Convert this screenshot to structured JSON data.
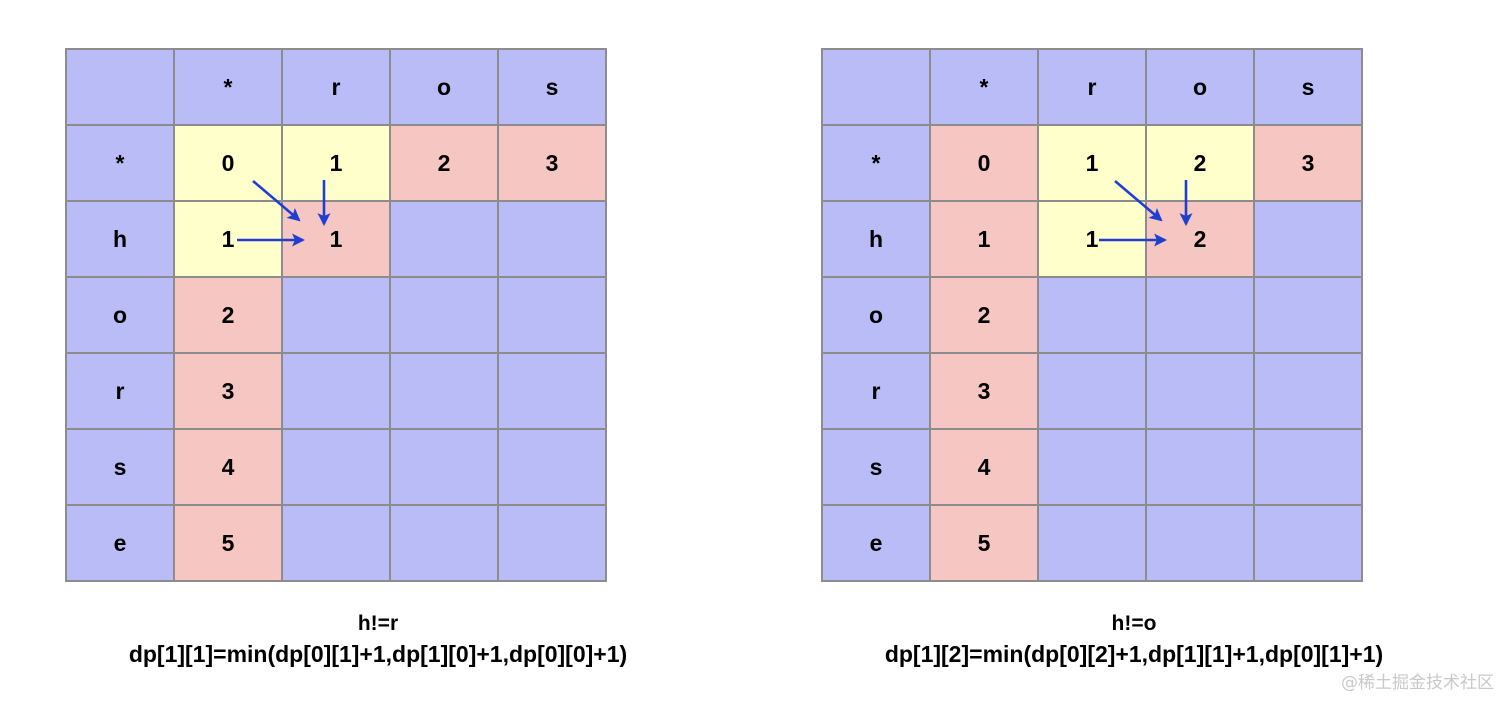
{
  "colors": {
    "blue": "#b9bcf7",
    "yellow": "#ffffcc",
    "pink": "#f5c6c2",
    "border": "#8c8c8c",
    "arrow": "#1f3fd0",
    "text": "#000000",
    "watermark": "#c9c9c9"
  },
  "panels": [
    {
      "id": "left",
      "columns": [
        "",
        "*",
        "r",
        "o",
        "s"
      ],
      "rows": [
        {
          "label": "",
          "header": true,
          "cells": [
            {
              "text": "",
              "fill": "blue"
            },
            {
              "text": "*",
              "fill": "blue"
            },
            {
              "text": "r",
              "fill": "blue"
            },
            {
              "text": "o",
              "fill": "blue"
            },
            {
              "text": "s",
              "fill": "blue"
            }
          ]
        },
        {
          "label": "*",
          "cells": [
            {
              "text": "*",
              "fill": "blue"
            },
            {
              "text": "0",
              "fill": "yellow"
            },
            {
              "text": "1",
              "fill": "yellow"
            },
            {
              "text": "2",
              "fill": "pink"
            },
            {
              "text": "3",
              "fill": "pink"
            }
          ]
        },
        {
          "label": "h",
          "cells": [
            {
              "text": "h",
              "fill": "blue"
            },
            {
              "text": "1",
              "fill": "yellow"
            },
            {
              "text": "1",
              "fill": "pink"
            },
            {
              "text": "",
              "fill": "blue"
            },
            {
              "text": "",
              "fill": "blue"
            }
          ]
        },
        {
          "label": "o",
          "cells": [
            {
              "text": "o",
              "fill": "blue"
            },
            {
              "text": "2",
              "fill": "pink"
            },
            {
              "text": "",
              "fill": "blue"
            },
            {
              "text": "",
              "fill": "blue"
            },
            {
              "text": "",
              "fill": "blue"
            }
          ]
        },
        {
          "label": "r",
          "cells": [
            {
              "text": "r",
              "fill": "blue"
            },
            {
              "text": "3",
              "fill": "pink"
            },
            {
              "text": "",
              "fill": "blue"
            },
            {
              "text": "",
              "fill": "blue"
            },
            {
              "text": "",
              "fill": "blue"
            }
          ]
        },
        {
          "label": "s",
          "cells": [
            {
              "text": "s",
              "fill": "blue"
            },
            {
              "text": "4",
              "fill": "pink"
            },
            {
              "text": "",
              "fill": "blue"
            },
            {
              "text": "",
              "fill": "blue"
            },
            {
              "text": "",
              "fill": "blue"
            }
          ]
        },
        {
          "label": "e",
          "cells": [
            {
              "text": "e",
              "fill": "blue"
            },
            {
              "text": "5",
              "fill": "pink"
            },
            {
              "text": "",
              "fill": "blue"
            },
            {
              "text": "",
              "fill": "blue"
            },
            {
              "text": "",
              "fill": "blue"
            }
          ]
        }
      ],
      "arrows": [
        {
          "name": "diagonal-arrow",
          "from": [
            188,
            133
          ],
          "to": [
            234,
            172
          ]
        },
        {
          "name": "down-arrow",
          "from": [
            259,
            132
          ],
          "to": [
            259,
            176
          ]
        },
        {
          "name": "right-arrow",
          "from": [
            172,
            192
          ],
          "to": [
            238,
            192
          ]
        }
      ],
      "caption": {
        "line1": "h!=r",
        "line2": "dp[1][1]=min(dp[0][1]+1,dp[1][0]+1,dp[0][0]+1)"
      }
    },
    {
      "id": "right",
      "columns": [
        "",
        "*",
        "r",
        "o",
        "s"
      ],
      "rows": [
        {
          "label": "",
          "header": true,
          "cells": [
            {
              "text": "",
              "fill": "blue"
            },
            {
              "text": "*",
              "fill": "blue"
            },
            {
              "text": "r",
              "fill": "blue"
            },
            {
              "text": "o",
              "fill": "blue"
            },
            {
              "text": "s",
              "fill": "blue"
            }
          ]
        },
        {
          "label": "*",
          "cells": [
            {
              "text": "*",
              "fill": "blue"
            },
            {
              "text": "0",
              "fill": "pink"
            },
            {
              "text": "1",
              "fill": "yellow"
            },
            {
              "text": "2",
              "fill": "yellow"
            },
            {
              "text": "3",
              "fill": "pink"
            }
          ]
        },
        {
          "label": "h",
          "cells": [
            {
              "text": "h",
              "fill": "blue"
            },
            {
              "text": "1",
              "fill": "pink"
            },
            {
              "text": "1",
              "fill": "yellow"
            },
            {
              "text": "2",
              "fill": "pink"
            },
            {
              "text": "",
              "fill": "blue"
            }
          ]
        },
        {
          "label": "o",
          "cells": [
            {
              "text": "o",
              "fill": "blue"
            },
            {
              "text": "2",
              "fill": "pink"
            },
            {
              "text": "",
              "fill": "blue"
            },
            {
              "text": "",
              "fill": "blue"
            },
            {
              "text": "",
              "fill": "blue"
            }
          ]
        },
        {
          "label": "r",
          "cells": [
            {
              "text": "r",
              "fill": "blue"
            },
            {
              "text": "3",
              "fill": "pink"
            },
            {
              "text": "",
              "fill": "blue"
            },
            {
              "text": "",
              "fill": "blue"
            },
            {
              "text": "",
              "fill": "blue"
            }
          ]
        },
        {
          "label": "s",
          "cells": [
            {
              "text": "s",
              "fill": "blue"
            },
            {
              "text": "4",
              "fill": "pink"
            },
            {
              "text": "",
              "fill": "blue"
            },
            {
              "text": "",
              "fill": "blue"
            },
            {
              "text": "",
              "fill": "blue"
            }
          ]
        },
        {
          "label": "e",
          "cells": [
            {
              "text": "e",
              "fill": "blue"
            },
            {
              "text": "5",
              "fill": "pink"
            },
            {
              "text": "",
              "fill": "blue"
            },
            {
              "text": "",
              "fill": "blue"
            },
            {
              "text": "",
              "fill": "blue"
            }
          ]
        }
      ],
      "arrows": [
        {
          "name": "diagonal-arrow",
          "from": [
            294,
            133
          ],
          "to": [
            340,
            172
          ]
        },
        {
          "name": "down-arrow",
          "from": [
            365,
            132
          ],
          "to": [
            365,
            176
          ]
        },
        {
          "name": "right-arrow",
          "from": [
            278,
            192
          ],
          "to": [
            344,
            192
          ]
        }
      ],
      "caption": {
        "line1": "h!=o",
        "line2": "dp[1][2]=min(dp[0][2]+1,dp[1][1]+1,dp[0][1]+1)"
      }
    }
  ],
  "watermark": "@稀土掘金技术社区"
}
